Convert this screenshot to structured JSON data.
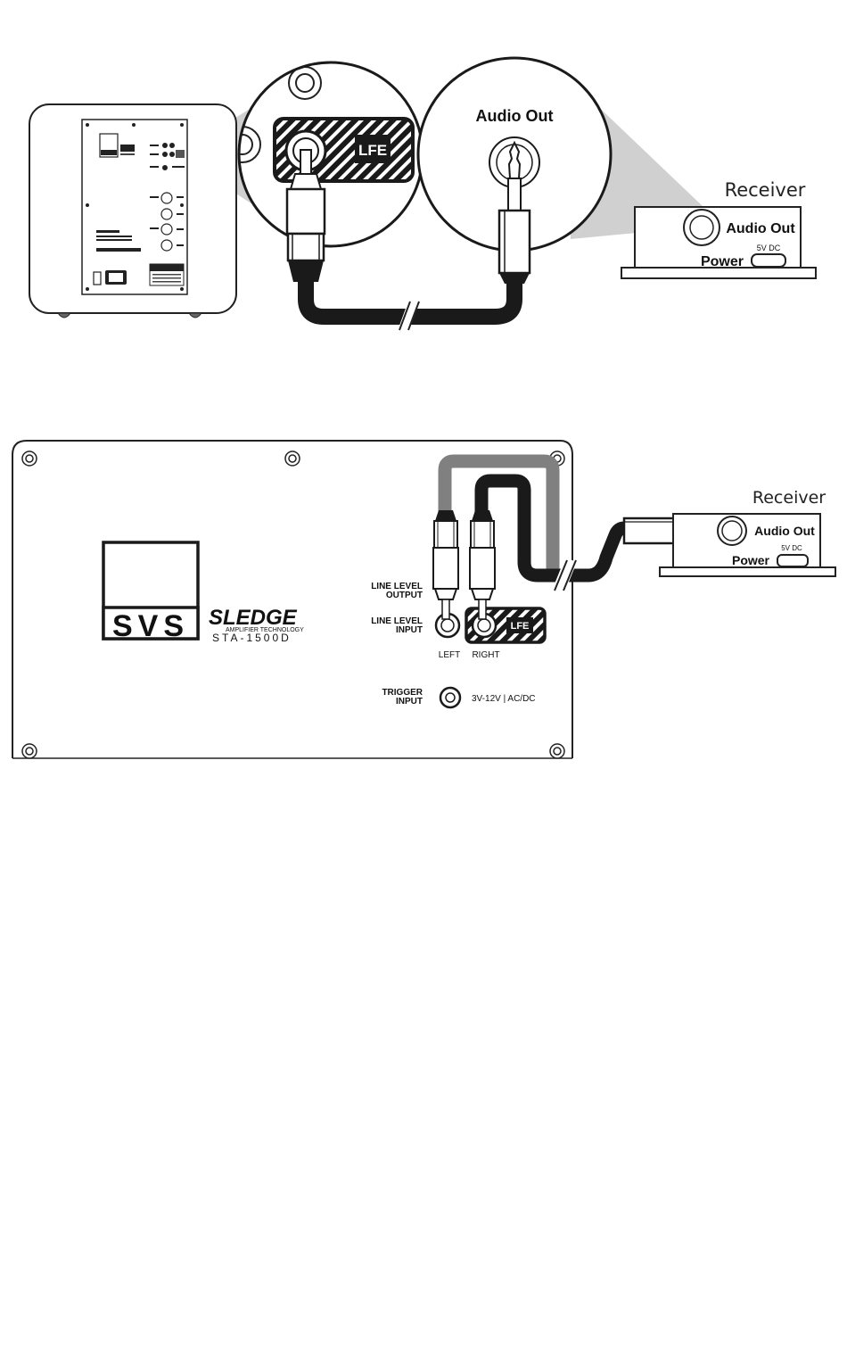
{
  "diagram1": {
    "zoom_left_label": "LFE",
    "zoom_right_title": "Audio Out",
    "receiver_title": "Receiver",
    "receiver_audio_out": "Audio Out",
    "receiver_power": "Power",
    "receiver_dc": "5V DC"
  },
  "diagram2": {
    "brand": "SVS",
    "amp_brand": "SLEDGE",
    "amp_sub": "AMPLIFIER TECHNOLOGY",
    "amp_model": "STA-1500D",
    "line_output_1": "LINE LEVEL",
    "line_output_2": "OUTPUT",
    "line_input_1": "LINE LEVEL",
    "line_input_2": "INPUT",
    "lfe_label": "LFE",
    "left_label": "LEFT",
    "right_label": "RIGHT",
    "trigger_1": "TRIGGER",
    "trigger_2": "INPUT",
    "trigger_spec": "3V-12V | AC/DC",
    "receiver_title": "Receiver",
    "receiver_audio_out": "Audio Out",
    "receiver_power": "Power",
    "receiver_dc": "5V DC"
  }
}
